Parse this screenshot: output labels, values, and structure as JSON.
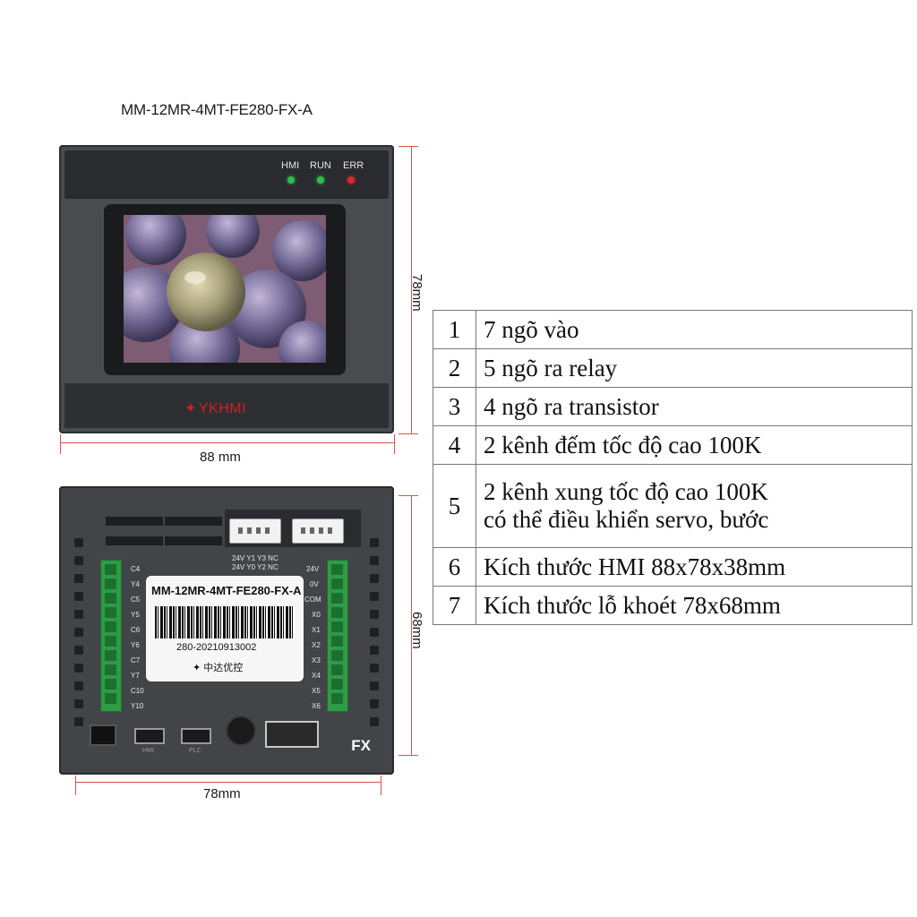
{
  "title": "MM-12MR-4MT-FE280-FX-A",
  "front": {
    "indicators": [
      {
        "label": "HMI",
        "color": "#2bbf4a"
      },
      {
        "label": "RUN",
        "color": "#2bbf4a"
      },
      {
        "label": "ERR",
        "color": "#d42a2a"
      }
    ],
    "brand": "YKHMI",
    "brand_icon": "brand-star-icon",
    "width_label": "88 mm",
    "height_label": "78mm"
  },
  "back": {
    "label_model": "MM-12MR-4MT-FE280-FX-A",
    "serial": "280-20210913002",
    "maker": "中达优控",
    "connector_labels": [
      "24V Y1 Y3 NC",
      "24V Y0 Y2 NC"
    ],
    "left_terminals": [
      "C4",
      "Y4",
      "C5",
      "Y5",
      "C6",
      "Y6",
      "C7",
      "Y7",
      "C10",
      "Y10"
    ],
    "right_terminals": [
      "24V",
      "0V",
      "COM",
      "X0",
      "X1",
      "X2",
      "X3",
      "X4",
      "X5",
      "X6"
    ],
    "ports": [
      "HMI",
      "PLC"
    ],
    "fx_logo": "FX",
    "width_label": "78mm",
    "height_label": "68mm"
  },
  "spec_table": [
    {
      "num": "1",
      "text": "7 ngõ vào"
    },
    {
      "num": "2",
      "text": "5 ngõ ra relay"
    },
    {
      "num": "3",
      "text": "4 ngõ ra transistor"
    },
    {
      "num": "4",
      "text": "2 kênh đếm tốc độ cao 100K"
    },
    {
      "num": "5",
      "text": "2 kênh xung tốc độ cao 100K",
      "text2": "có thể điều khiển servo, bước"
    },
    {
      "num": "6",
      "text": "Kích thước HMI 88x78x38mm"
    },
    {
      "num": "7",
      "text": "Kích thước lỗ khoét 78x68mm"
    }
  ]
}
